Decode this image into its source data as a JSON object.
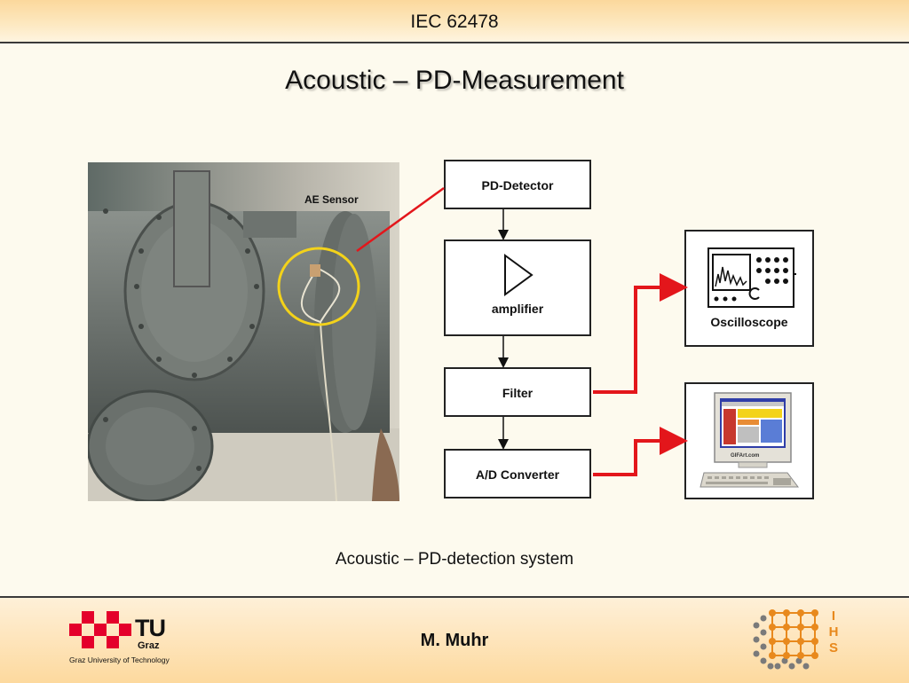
{
  "header": {
    "title": "IEC 62478"
  },
  "slide": {
    "title": "Acoustic – PD-Measurement"
  },
  "photo": {
    "sensor_label": "AE Sensor"
  },
  "diagram": {
    "blocks": {
      "detector": "PD-Detector",
      "amplifier": "amplifier",
      "filter": "Filter",
      "converter": "A/D Converter"
    },
    "devices": {
      "oscilloscope": "Oscilloscope",
      "computer_screen_text": "GIFArt.com"
    },
    "colors": {
      "arrow_red": "#e3161b",
      "highlight_ring": "#f3d21a"
    }
  },
  "caption": "Acoustic – PD-detection system",
  "footer": {
    "author": "M. Muhr",
    "tu_logo": {
      "mark": "TU",
      "city": "Graz",
      "university": "Graz University of Technology"
    },
    "ihs_logo": {
      "letters": [
        "I",
        "H",
        "S"
      ],
      "accent": "#e8891d"
    }
  }
}
